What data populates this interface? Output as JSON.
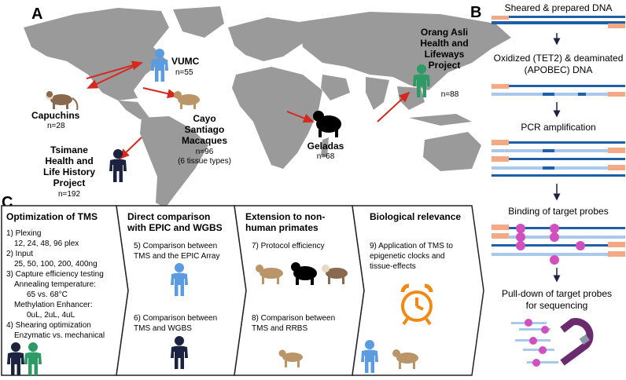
{
  "panel_letters": {
    "a": "A",
    "b": "B",
    "c": "C"
  },
  "panel_a": {
    "sites": [
      {
        "name": "VUMC",
        "n": "n=55"
      },
      {
        "name": "Capuchins",
        "n": "n=28"
      },
      {
        "name_lines": [
          "Cayo",
          "Santiago",
          "Macaques"
        ],
        "n": "n=96",
        "note": "(6 tissue types)"
      },
      {
        "name_lines": [
          "Tsimane",
          "Health and",
          "Life History",
          "Project"
        ],
        "n": "n=192"
      },
      {
        "name": "Geladas",
        "n": "n=68"
      },
      {
        "name_lines": [
          "Orang Asli",
          "Health and",
          "Lifeways",
          "Project"
        ],
        "n": "n=88"
      }
    ]
  },
  "panel_b": {
    "steps": [
      "Sheared & prepared DNA",
      "Oxidized (TET2) & deaminated",
      "(APOBEC) DNA",
      "PCR amplification",
      "Binding of target probes",
      "Pull-down of target probes",
      "for sequencing"
    ]
  },
  "panel_c": {
    "box1": {
      "title": "Optimization of TMS",
      "lines": [
        "1) Plexing",
        "12, 24, 48, 96 plex",
        "2) Input",
        "25, 50, 100, 200, 400ng",
        "3) Capture efficiency testing",
        "Annealing temperature:",
        "65 vs. 68°C",
        "Methylation Enhancer:",
        "0uL, 2uL, 4uL",
        "4) Shearing optimization",
        "Enzymatic vs. mechanical"
      ]
    },
    "box2": {
      "title_lines": [
        "Direct comparison",
        "with EPIC and WGBS"
      ],
      "item1": [
        "5) Comparison between",
        "TMS and the EPIC Array"
      ],
      "item2": [
        "6) Comparison between",
        "TMS and WGBS"
      ]
    },
    "box3": {
      "title_lines": [
        "Extension to non-",
        "human primates"
      ],
      "item1": [
        "7) Protocol efficiency"
      ],
      "item2": [
        "8) Comparison between",
        "TMS and RRBS"
      ]
    },
    "box4": {
      "title": "Biological relevance",
      "item1": [
        "9) Application of TMS to",
        "epigenetic clocks and",
        "tissue-effects"
      ]
    }
  },
  "colors": {
    "map": "#9a9a9a",
    "arrow_red": "#d6281f",
    "human_blue": "#5b9be0",
    "human_green": "#2e9a66",
    "human_navy": "#1c2340",
    "monkey": "#b99567",
    "capuchin": "#8a6a4e",
    "dna_dark": "#1f5fa8",
    "dna_light": "#a9c8ea",
    "adapter": "#f3a886",
    "probe": "#d24fc0",
    "magnet": "#6b2a6e",
    "clock": "#f08a14"
  }
}
